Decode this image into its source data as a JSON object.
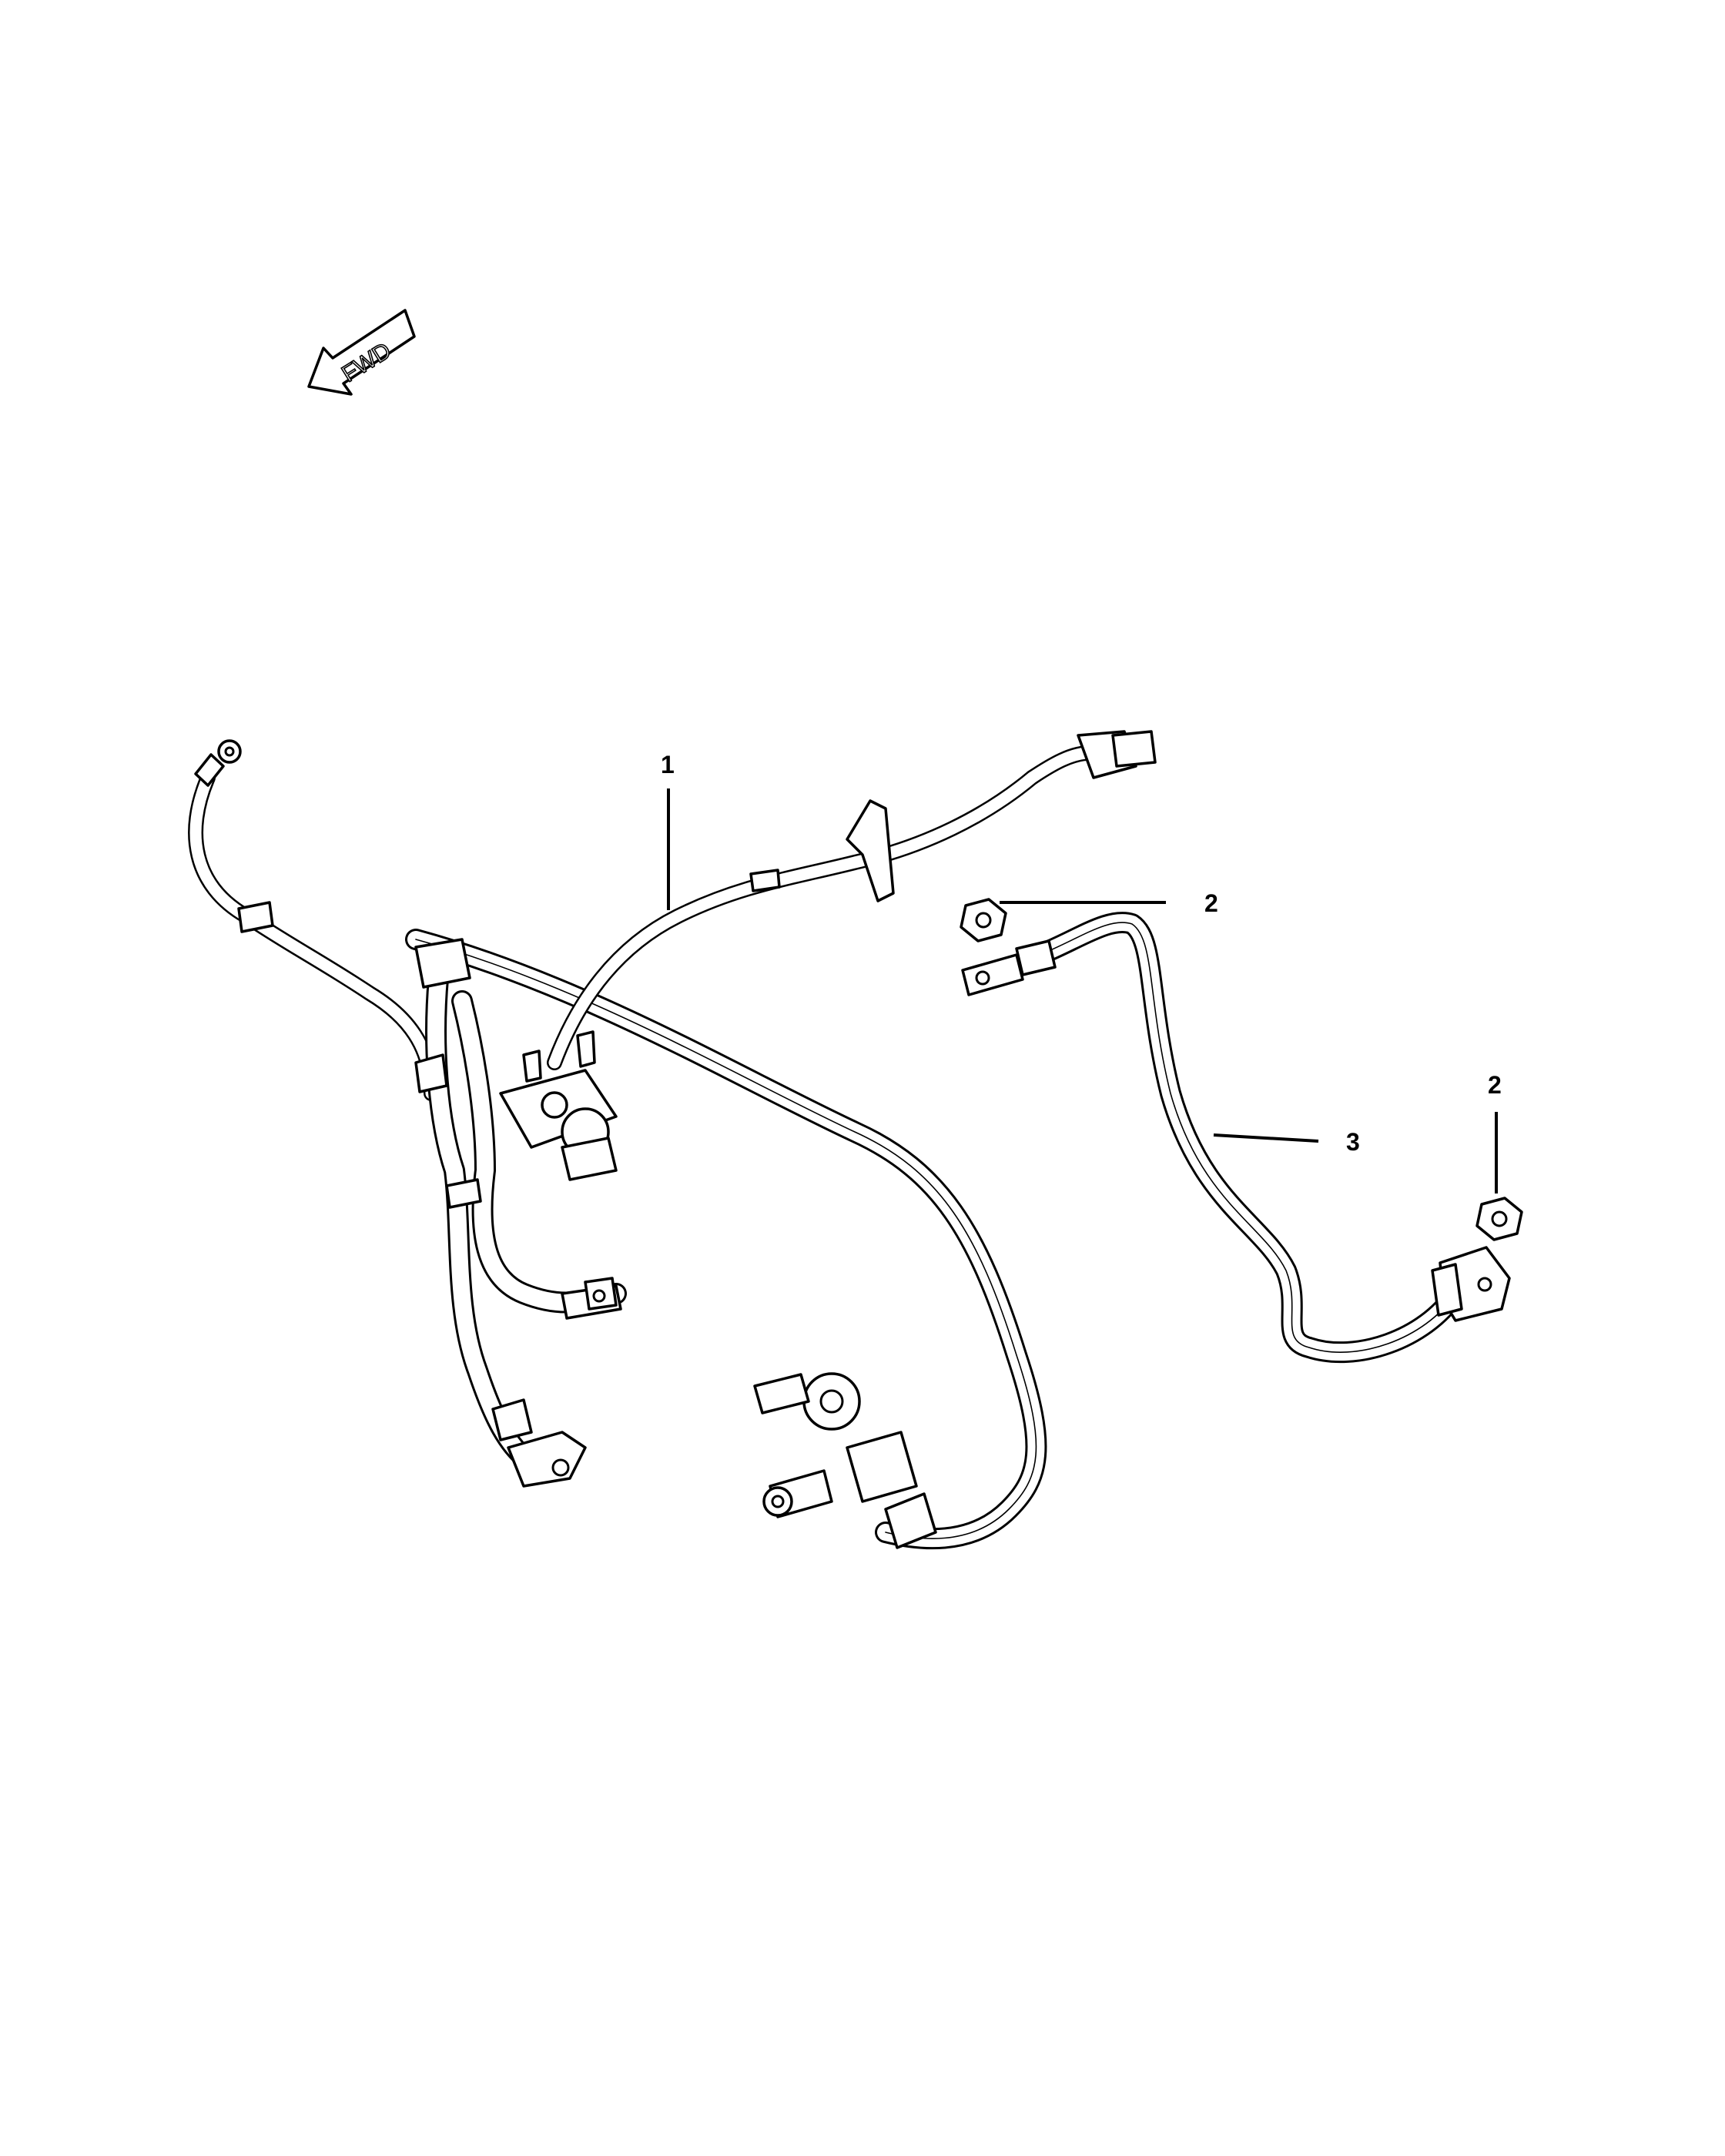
{
  "direction_indicator": {
    "label": "FWD"
  },
  "callouts": [
    {
      "id": "1",
      "text": "1"
    },
    {
      "id": "2a",
      "text": "2"
    },
    {
      "id": "2b",
      "text": "2"
    },
    {
      "id": "3",
      "text": "3"
    }
  ]
}
